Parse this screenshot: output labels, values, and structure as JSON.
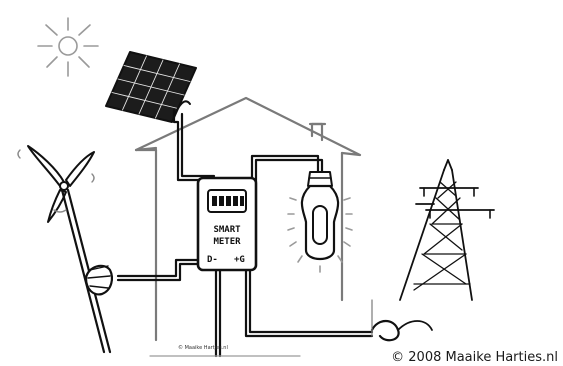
{
  "diagram": {
    "meter_label_line1": "SMART",
    "meter_label_line2": "METER",
    "meter_minus": "D-",
    "meter_plus": "+G",
    "wall_signature": "© Maaike Hartjes.nl",
    "copyright": "© 2008 Maaike Harties.nl"
  }
}
